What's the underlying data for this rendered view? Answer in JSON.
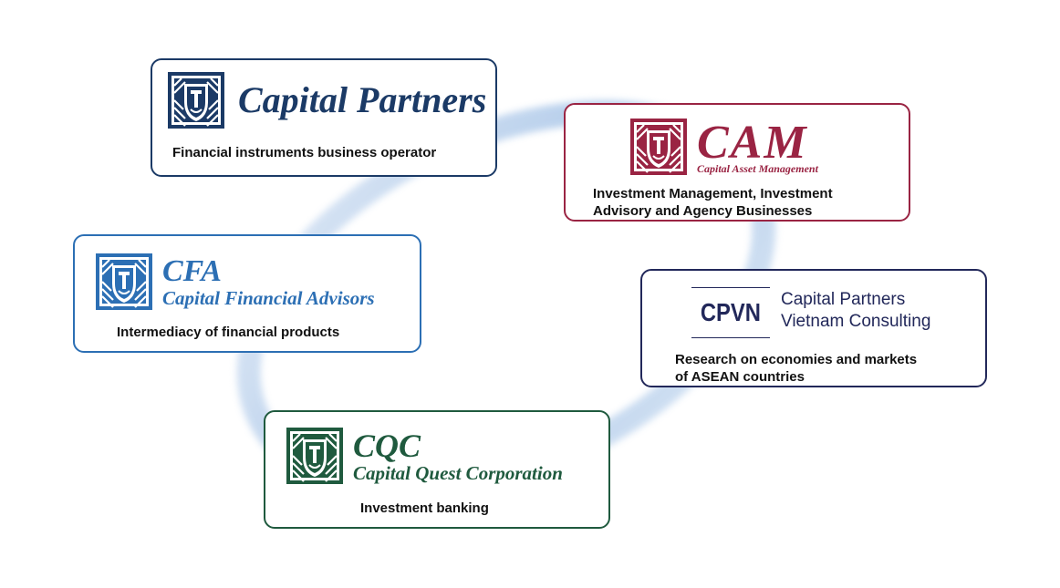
{
  "colors": {
    "cp": "#1b3a66",
    "cam": "#9a2443",
    "cfa": "#2c6fb4",
    "cpvn": "#22285a",
    "cqc": "#1f5a3e",
    "ring": "#c9ddf1"
  },
  "cards": {
    "cp": {
      "name": "Capital Partners",
      "description": "Financial instruments business operator",
      "icon": "lion-shield-icon"
    },
    "cam": {
      "name": "CAM",
      "subname": "Capital Asset Management",
      "description": "Investment Management, Investment\nAdvisory and Agency Businesses",
      "icon": "lion-shield-icon"
    },
    "cfa": {
      "name": "CFA",
      "subname": "Capital Financial Advisors",
      "description": "Intermediacy of financial products",
      "icon": "lion-shield-icon"
    },
    "cpvn": {
      "code": "CPVN",
      "name_line1": "Capital Partners",
      "name_line2": "Vietnam Consulting",
      "description": "Research on economies and markets\nof ASEAN countries"
    },
    "cqc": {
      "name": "CQC",
      "subname": "Capital Quest Corporation",
      "description": "Investment banking",
      "icon": "lion-shield-icon"
    }
  }
}
